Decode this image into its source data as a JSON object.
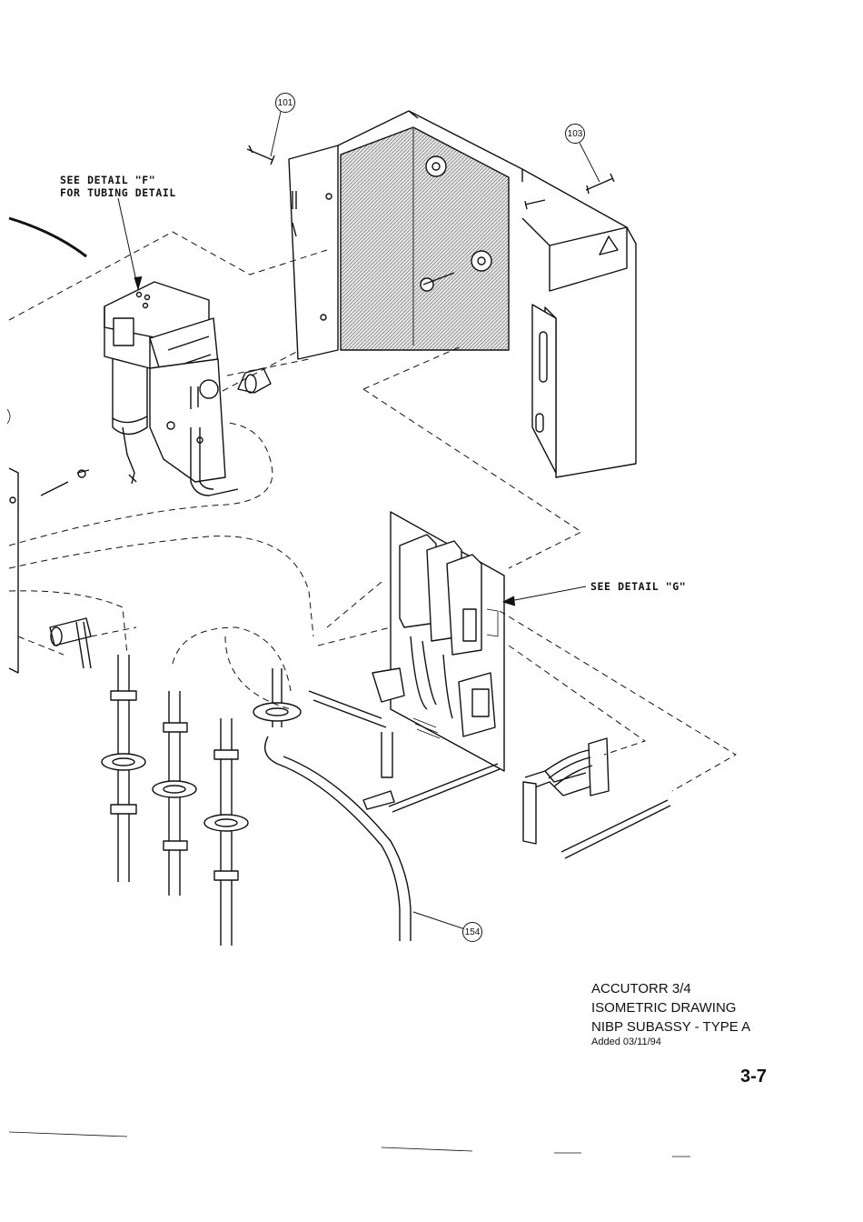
{
  "notes": {
    "detail_f": "SEE DETAIL \"F\"\nFOR TUBING DETAIL",
    "detail_g": "SEE DETAIL \"G\""
  },
  "callouts": {
    "c101": "101",
    "c103": "103",
    "c154": "154"
  },
  "title_block": {
    "line1": "ACCUTORR 3/4",
    "line2": "ISOMETRIC DRAWING",
    "line3": "NIBP SUBASSY - TYPE A",
    "line4": "Added 03/11/94"
  },
  "page_number": "3-7"
}
